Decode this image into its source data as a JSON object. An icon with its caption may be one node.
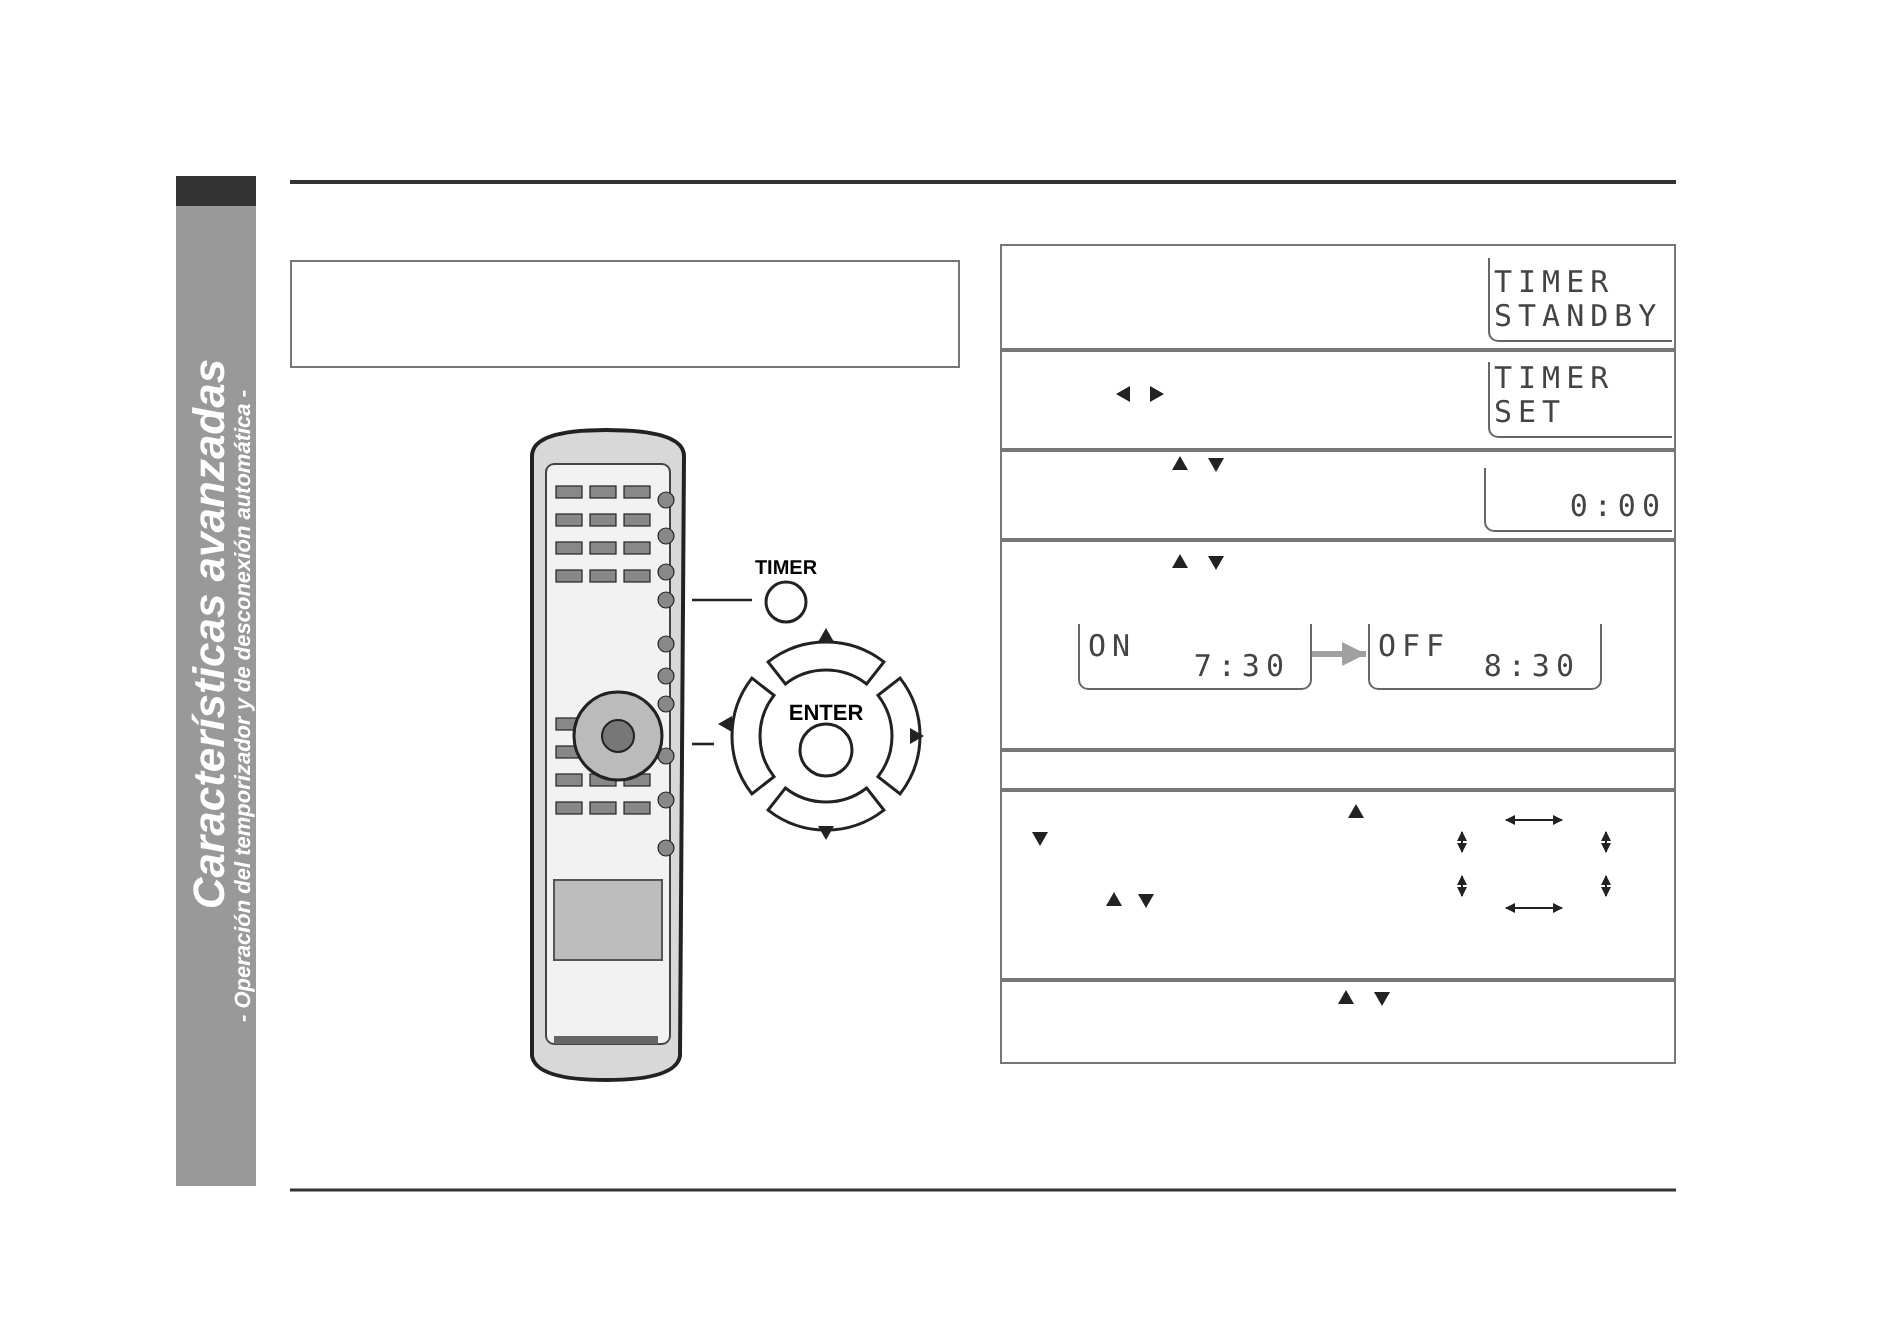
{
  "diagram": {
    "nodes": [
      {
        "text": [
          "Características avanzadas",
          "- Operación del temporizador y de desconexión automática -"
        ]
      },
      {
        "text": [],
        "shape": "box"
      },
      {
        "text": [],
        "shape": "picture"
      },
      {
        "text": [
          "TIMER"
        ]
      },
      {
        "text": [
          "ENTER"
        ]
      },
      {
        "text": [],
        "shape": "box"
      },
      {
        "text": [
          "TIMER STANDBY"
        ],
        "in": 5
      },
      {
        "text": [],
        "shape": "box"
      },
      {
        "text": [
          "TIMER SET"
        ],
        "in": 7
      },
      {
        "text": [],
        "shape": "box"
      },
      {
        "text": [
          "0:00"
        ],
        "in": 9
      },
      {
        "text": [],
        "shape": "box"
      },
      {
        "text": [
          "ON",
          "7:30"
        ],
        "in": 11
      },
      {
        "text": [
          "OFF",
          "8:30"
        ],
        "in": 11
      },
      {
        "text": [],
        "shape": "box"
      },
      {
        "text": [],
        "shape": "box"
      },
      {
        "text": [],
        "shape": "box"
      }
    ],
    "edges": [
      {
        "from": 2,
        "to": 3,
        "arrow": "none"
      },
      {
        "from": 2,
        "to": 4,
        "arrow": "none"
      },
      {
        "from": 12,
        "to": 13,
        "arrow": "to",
        "style": "thick",
        "color": "#a0a0a0"
      }
    ]
  }
}
